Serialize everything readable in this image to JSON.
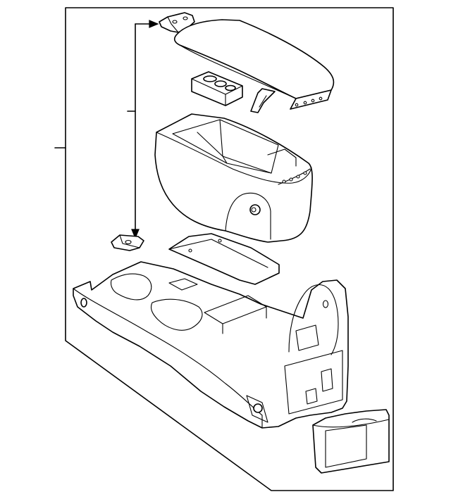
{
  "diagram": {
    "kind": "exploded-parts-illustration",
    "colors": {
      "line": "#000000",
      "background": "#ffffff"
    },
    "parts": [
      "latch",
      "armrest-lid",
      "cup-insert",
      "lid-hinge",
      "storage-bin",
      "latch-striker",
      "bin-cover-plate",
      "console-base",
      "ash-tray"
    ]
  }
}
